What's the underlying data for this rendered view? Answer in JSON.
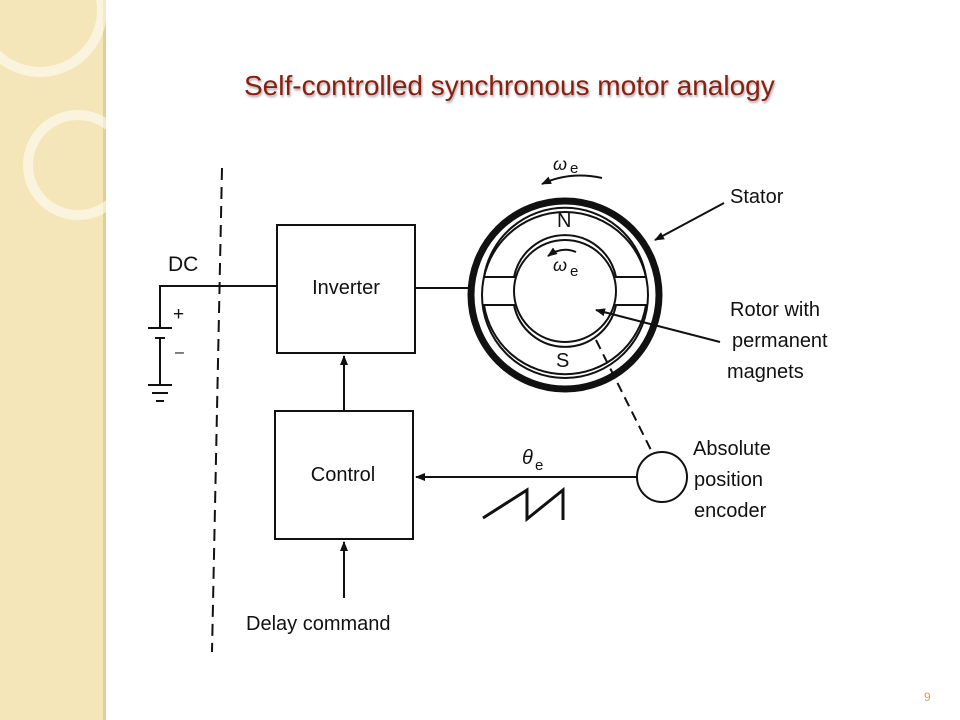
{
  "slide": {
    "title": "Self-controlled synchronous motor analogy",
    "page_number": "9"
  },
  "diagram": {
    "dc_label": "DC",
    "plus_sign": "+",
    "minus_sign": "–",
    "inverter_label": "Inverter",
    "control_label": "Control",
    "delay_command_label": "Delay command",
    "omega_symbol": "ω",
    "theta_symbol": "θ",
    "subscript_e": "e",
    "north_pole_label": "N",
    "south_pole_label": "S",
    "stator_label": "Stator",
    "rotor_label_lines": [
      "Rotor with",
      "permanent",
      "magnets"
    ],
    "encoder_label_lines": [
      "Absolute",
      "position",
      "encoder"
    ]
  },
  "colors": {
    "title": "#8a1e10",
    "side_band": "#f4e6b8",
    "line": "#111111",
    "page_number": "#c9a85a"
  }
}
